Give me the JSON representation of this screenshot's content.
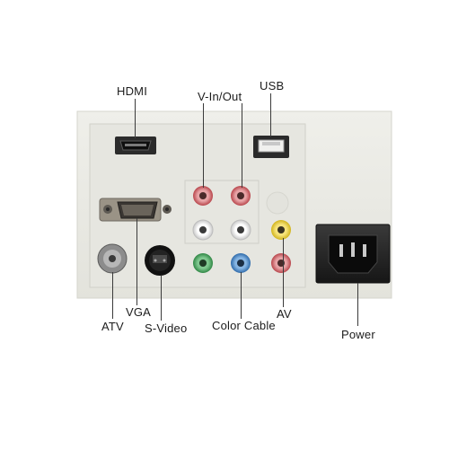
{
  "labels": {
    "hdmi": "HDMI",
    "v_in_out": "V-In/Out",
    "usb": "USB",
    "vga": "VGA",
    "atv": "ATV",
    "s_video": "S-Video",
    "color_cable": "Color Cable",
    "av": "AV",
    "power": "Power"
  },
  "colors": {
    "panel": "#e9e9e3",
    "panel_recess": "#e2e2dc",
    "rca_red": "#c9545a",
    "rca_white": "#eeeeee",
    "rca_yellow": "#e8cf2a",
    "rca_green": "#3f9c54",
    "rca_blue": "#3f7fc2",
    "port_black": "#1b1b1b"
  }
}
